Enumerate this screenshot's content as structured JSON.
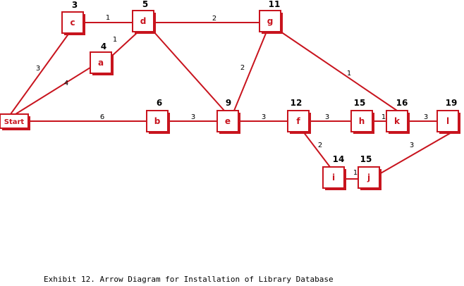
{
  "diagram": {
    "caption": "Exhibit 12.  Arrow Diagram for Installation of Library Database",
    "colors": {
      "line": "#c8141e",
      "text": "#000000"
    },
    "nodes": [
      {
        "id": "start",
        "label": "Start",
        "time": ""
      },
      {
        "id": "a",
        "label": "a",
        "time": "4"
      },
      {
        "id": "b",
        "label": "b",
        "time": "6"
      },
      {
        "id": "c",
        "label": "c",
        "time": "3"
      },
      {
        "id": "d",
        "label": "d",
        "time": "5"
      },
      {
        "id": "e",
        "label": "e",
        "time": "9"
      },
      {
        "id": "f",
        "label": "f",
        "time": "12"
      },
      {
        "id": "g",
        "label": "g",
        "time": "11"
      },
      {
        "id": "h",
        "label": "h",
        "time": "15"
      },
      {
        "id": "i",
        "label": "i",
        "time": "14"
      },
      {
        "id": "j",
        "label": "j",
        "time": "15"
      },
      {
        "id": "k",
        "label": "k",
        "time": "16"
      },
      {
        "id": "l",
        "label": "l",
        "time": "19"
      }
    ],
    "edges": [
      {
        "from": "start",
        "to": "c",
        "weight": "3"
      },
      {
        "from": "start",
        "to": "a",
        "weight": "4"
      },
      {
        "from": "start",
        "to": "b",
        "weight": "6"
      },
      {
        "from": "c",
        "to": "d",
        "weight": "1"
      },
      {
        "from": "a",
        "to": "d",
        "weight": "1"
      },
      {
        "from": "d",
        "to": "g",
        "weight": "2"
      },
      {
        "from": "d",
        "to": "e",
        "weight": ""
      },
      {
        "from": "b",
        "to": "e",
        "weight": "3"
      },
      {
        "from": "e",
        "to": "g",
        "weight": "2"
      },
      {
        "from": "g",
        "to": "k",
        "weight": "1"
      },
      {
        "from": "e",
        "to": "f",
        "weight": "3"
      },
      {
        "from": "f",
        "to": "h",
        "weight": "3"
      },
      {
        "from": "h",
        "to": "k",
        "weight": "1"
      },
      {
        "from": "k",
        "to": "l",
        "weight": "3"
      },
      {
        "from": "f",
        "to": "i",
        "weight": "2"
      },
      {
        "from": "i",
        "to": "j",
        "weight": "1"
      },
      {
        "from": "j",
        "to": "l",
        "weight": "3"
      }
    ]
  }
}
